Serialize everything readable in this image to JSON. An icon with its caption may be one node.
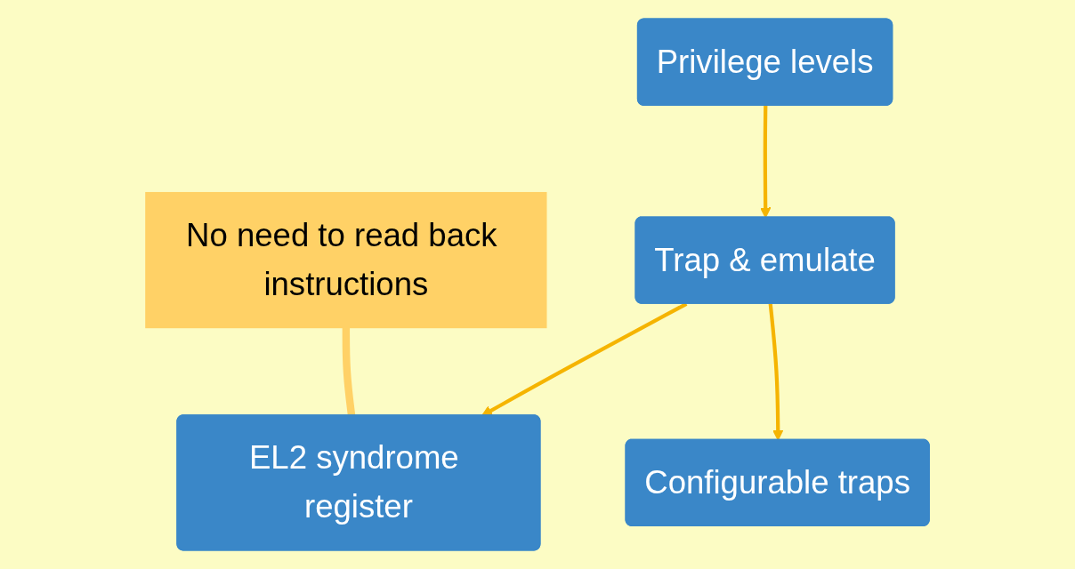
{
  "diagram": {
    "nodes": [
      {
        "text": [
          "Privilege levels"
        ]
      },
      {
        "text": [
          "Trap & emulate"
        ]
      },
      {
        "text": [
          "EL2 syndrome register"
        ]
      },
      {
        "text": [
          "Configurable traps"
        ]
      },
      {
        "text": [
          "No need to read back instructions"
        ]
      }
    ],
    "edges": [
      {
        "from": 0,
        "to": 1,
        "arrow": "to"
      },
      {
        "from": 1,
        "to": 2,
        "arrow": "to"
      },
      {
        "from": 1,
        "to": 3,
        "arrow": "to"
      },
      {
        "from": 4,
        "to": 2,
        "arrow": "none",
        "style": "thick",
        "color": "#ffd166"
      }
    ]
  }
}
